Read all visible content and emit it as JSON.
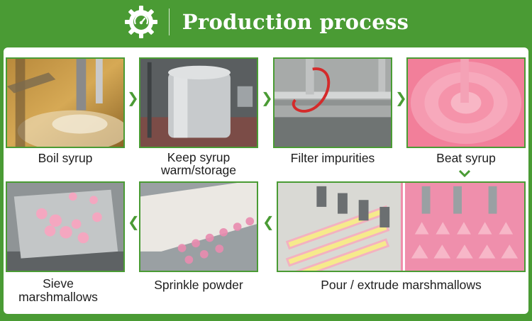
{
  "header": {
    "title": "Production process",
    "icon": "gear-gauge-icon"
  },
  "steps": [
    {
      "label": "Boil syrup"
    },
    {
      "label": "Keep syrup\nwarm/storage"
    },
    {
      "label": "Filter impurities"
    },
    {
      "label": "Beat syrup"
    },
    {
      "label": "Sieve\nmarshmallows"
    },
    {
      "label": "Sprinkle powder"
    },
    {
      "label": "Pour / extrude marshmallows"
    }
  ],
  "arrows": {
    "right": "❯",
    "left": "❮",
    "down": "chevron-down-icon"
  },
  "colors": {
    "brand_green": "#4a9b34",
    "panel": "#ffffff",
    "text": "#1d1d1d"
  }
}
